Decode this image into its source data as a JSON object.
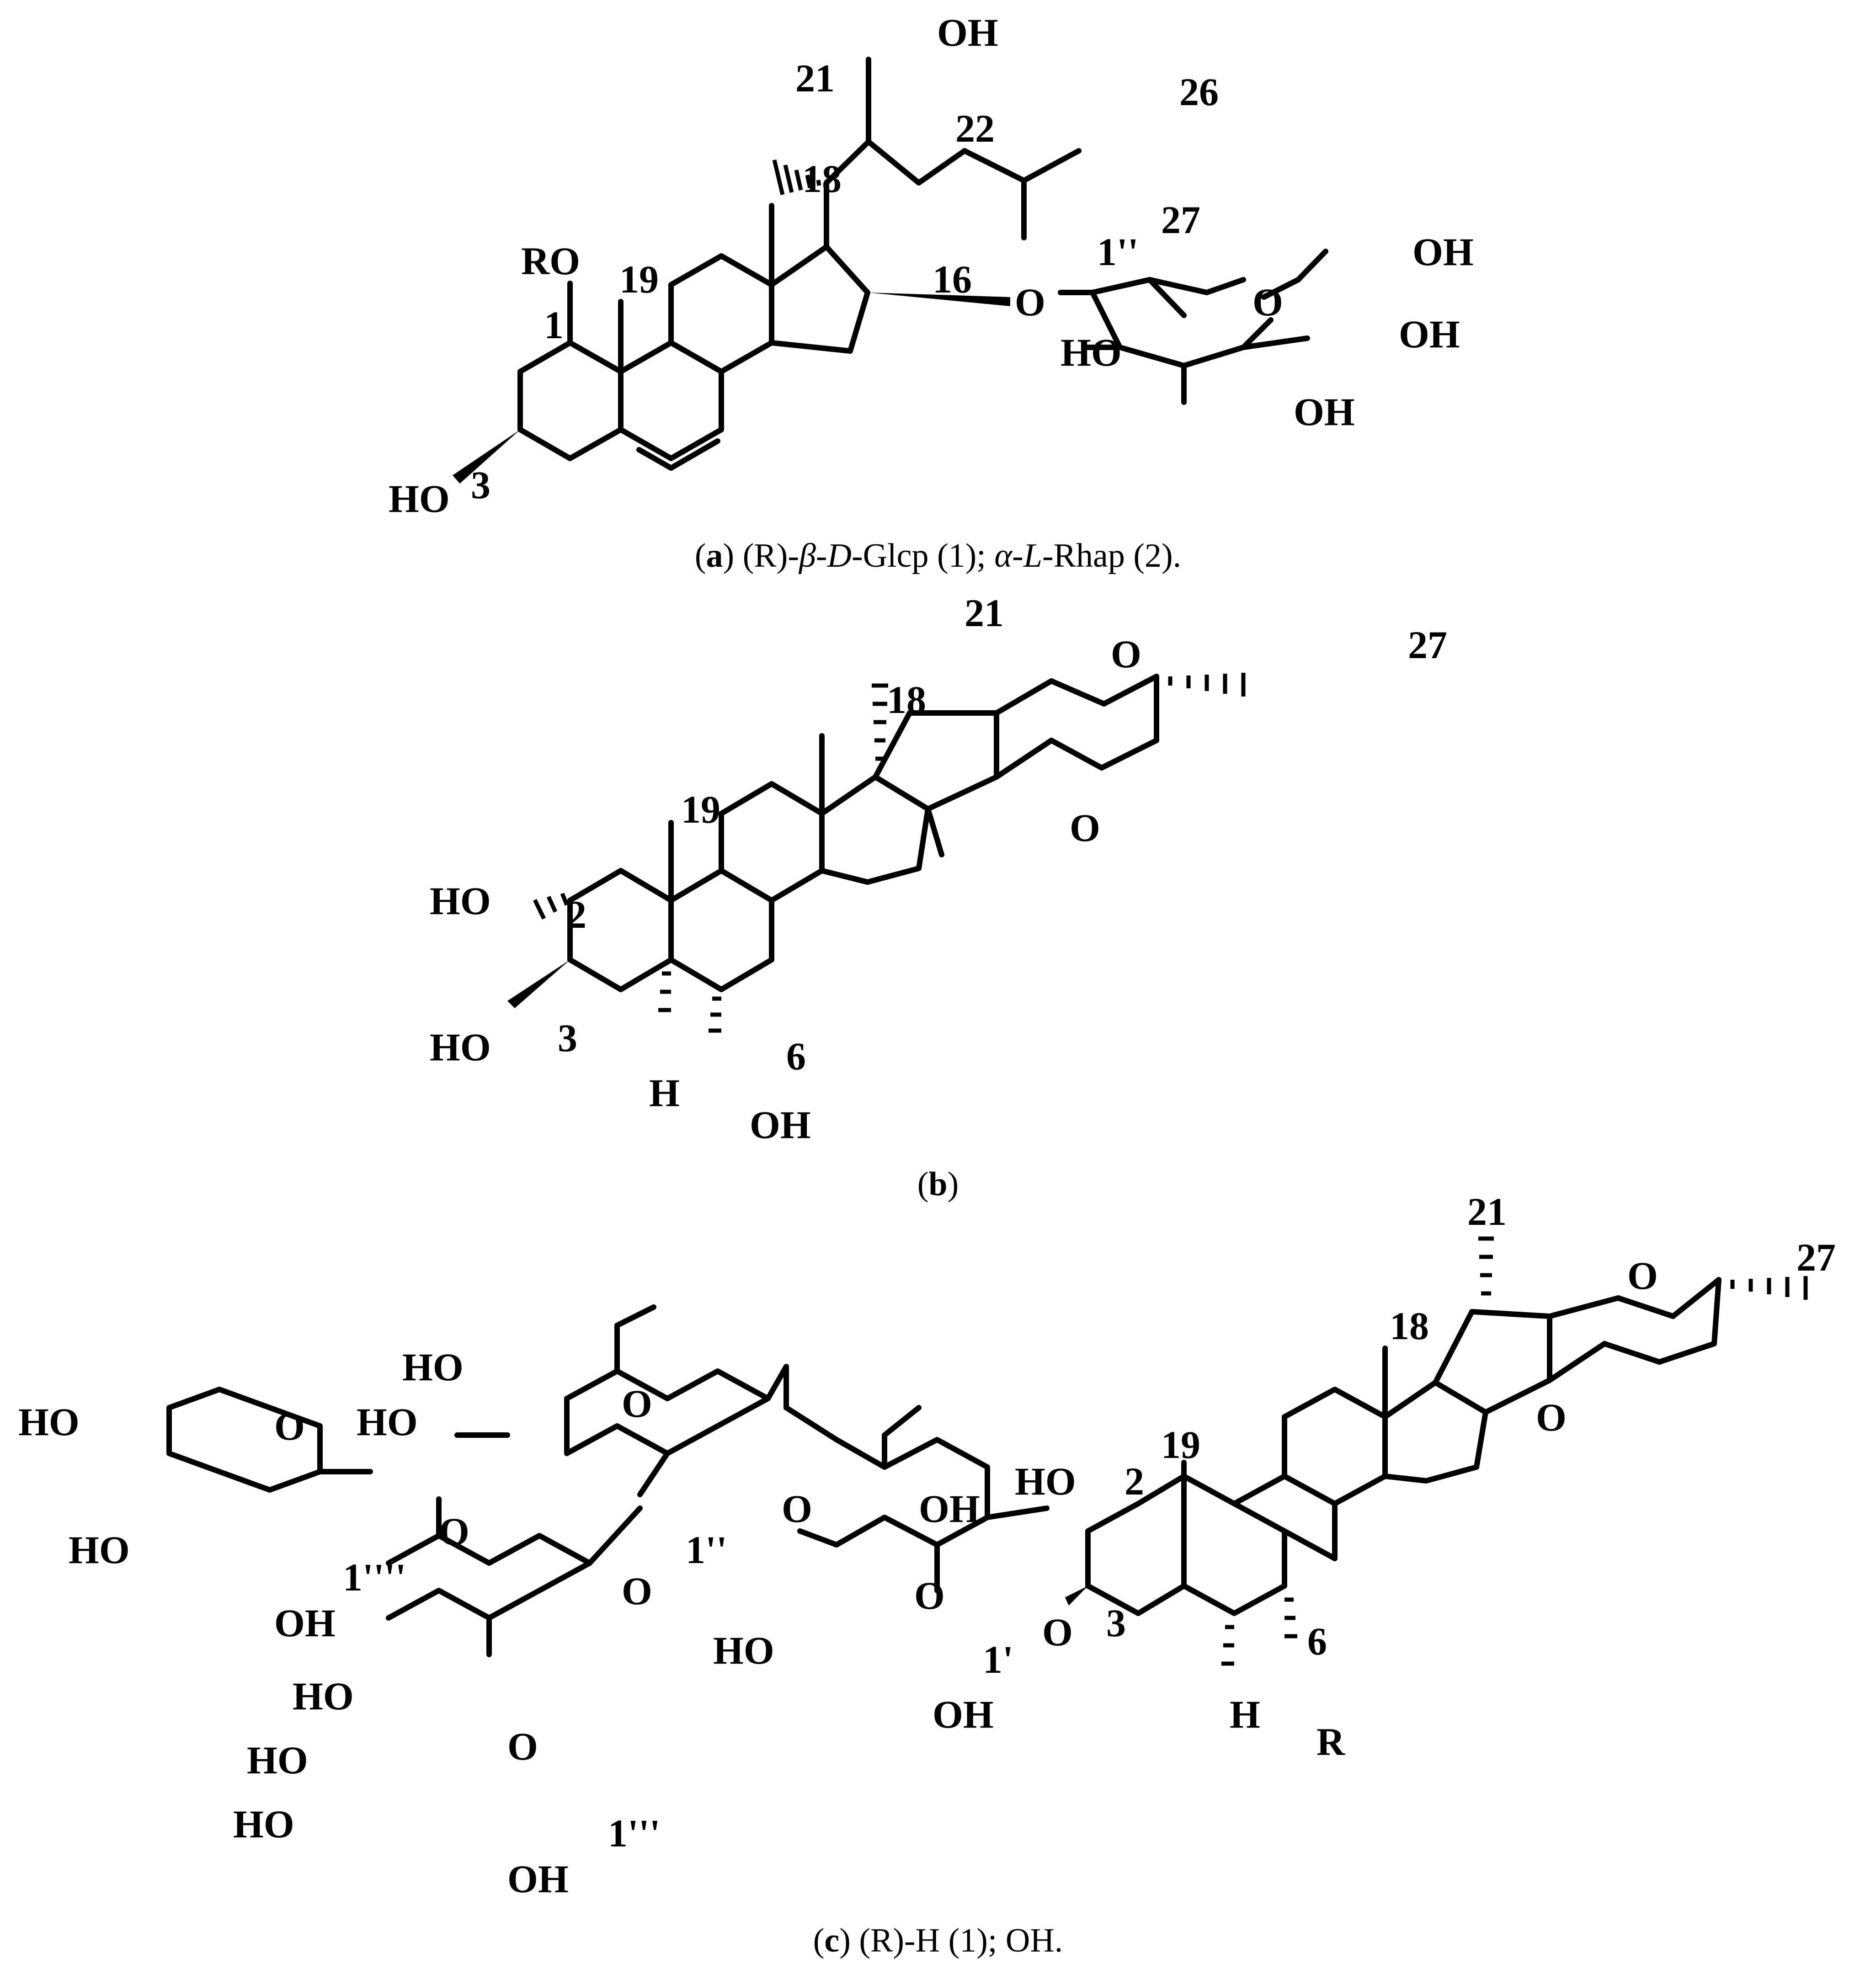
{
  "panel_a": {
    "labels": {
      "oh_top": "OH",
      "n21": "21",
      "n22": "22",
      "n26": "26",
      "n18": "18",
      "n27": "27",
      "ro": "RO",
      "n19": "19",
      "n1pp": "1''",
      "oh_r1": "OH",
      "n1": "1",
      "n16": "16",
      "o_link": "O",
      "o_ring": "O",
      "ho_sugar": "HO",
      "oh_r2": "OH",
      "oh_r3": "OH",
      "ho_3": "HO",
      "n3": "3"
    },
    "caption": {
      "open": "(",
      "letter": "a",
      "close": ")",
      "t1": " (R)-",
      "beta": "β",
      "t2": "-",
      "d": "D",
      "t3": "-Glcp (1); ",
      "alpha": "α",
      "t4": "-",
      "l": "L",
      "t5": "-Rhap (2)."
    }
  },
  "panel_b": {
    "labels": {
      "n21": "21",
      "o_top": "O",
      "n27": "27",
      "n18": "18",
      "o_mid": "O",
      "n19": "19",
      "ho_2": "HO",
      "n2": "2",
      "ho_3": "HO",
      "n3": "3",
      "n6": "6",
      "h": "H",
      "oh_6": "OH"
    },
    "caption": {
      "open": "(",
      "letter": "b",
      "close": ")"
    }
  },
  "panel_c": {
    "labels": {
      "n21": "21",
      "o_top": "O",
      "n27": "27",
      "n18": "18",
      "ho_top": "HO",
      "n19": "19",
      "o_mid": "O",
      "o_glc2": "O",
      "o_xyl": "O",
      "ho_xyl1": "HO",
      "ho_glc2": "HO",
      "ho_2": "HO",
      "n2": "2",
      "o_link2": "O",
      "oh_gal": "OH",
      "ho_xyl2": "HO",
      "o_link3": "O",
      "n1pp": "1''",
      "n1pppp": "1''''",
      "o_link4": "O",
      "o_gal": "O",
      "oh_xyl3": "OH",
      "ho_glc3a": "HO",
      "ho_gal": "HO",
      "o_link1": "O",
      "n3": "3",
      "n6": "6",
      "n1p": "1'",
      "o_glc3": "O",
      "ho_glc3b": "HO",
      "oh_gal2": "OH",
      "h": "H",
      "r": "R",
      "ho_glc3c": "HO",
      "n1ppp": "1'''",
      "oh_glc3": "OH"
    },
    "caption": {
      "open": "(",
      "letter": "c",
      "close": ")",
      "t1": " (R)-H (1); OH."
    }
  }
}
